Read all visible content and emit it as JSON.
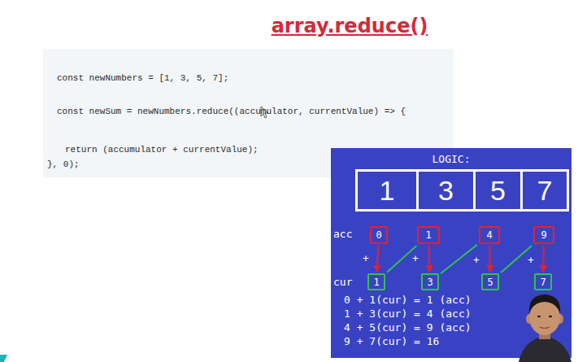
{
  "diagram": {
    "title": "array.reduce()",
    "nodes": [
      {
        "text": [
          "const newNumbers = [1, 3, 5, 7];",
          "const newSum = newNumbers.reduce((accumulator, currentValue) => {",
          "return (accumulator + currentValue);",
          "}, 0);"
        ]
      },
      {
        "text": [
          "LOGIC:"
        ]
      },
      {
        "text": [
          "1"
        ],
        "in": 1
      },
      {
        "text": [
          "3"
        ],
        "in": 1
      },
      {
        "text": [
          "5"
        ],
        "in": 1
      },
      {
        "text": [
          "7"
        ],
        "in": 1
      },
      {
        "text": [
          "0"
        ],
        "in": 1
      },
      {
        "text": [
          "1"
        ],
        "in": 1
      },
      {
        "text": [
          "4"
        ],
        "in": 1
      },
      {
        "text": [
          "9"
        ],
        "in": 1
      },
      {
        "text": [
          "1"
        ],
        "in": 1
      },
      {
        "text": [
          "3"
        ],
        "in": 1
      },
      {
        "text": [
          "5"
        ],
        "in": 1
      },
      {
        "text": [
          "7"
        ],
        "in": 1
      }
    ],
    "edges": [
      {
        "from": 6,
        "to": 10,
        "arrow": "to"
      },
      {
        "from": 10,
        "to": 7,
        "arrow": "none"
      },
      {
        "from": 7,
        "to": 11,
        "arrow": "to"
      },
      {
        "from": 11,
        "to": 8,
        "arrow": "none"
      },
      {
        "from": 8,
        "to": 12,
        "arrow": "to"
      },
      {
        "from": 12,
        "to": 9,
        "arrow": "none"
      },
      {
        "from": 9,
        "to": 13,
        "arrow": "to"
      }
    ],
    "labels": [
      "acc",
      "cur",
      "+",
      "+",
      "+",
      "+",
      "0 + 1(cur) = 1 (acc)",
      "1 + 3(cur) = 4 (acc)",
      "4 + 5(cur) = 9 (acc)",
      "9 + 7(cur) = 16"
    ]
  }
}
